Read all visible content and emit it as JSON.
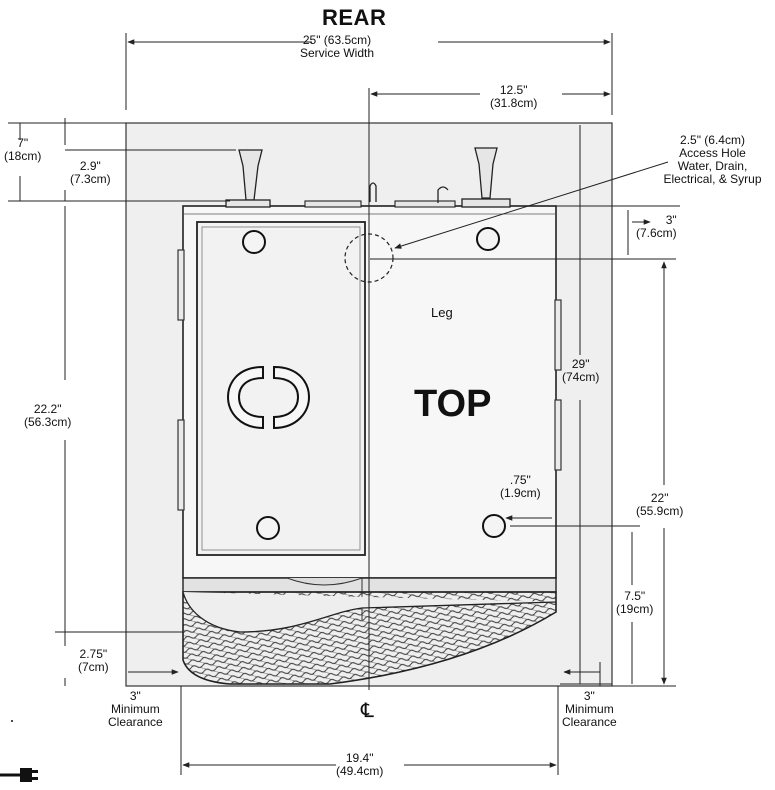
{
  "rear": "REAR",
  "top": "TOP",
  "leg": "Leg",
  "centerline": "℄",
  "service_width": {
    "line1": "25\" (63.5cm)",
    "line2": "Service Width"
  },
  "half_width": {
    "line1": "12.5\"",
    "line2": "(31.8cm)"
  },
  "access_hole": {
    "line1": "2.5\" (6.4cm)",
    "line2": "Access Hole",
    "line3": "Water, Drain,",
    "line4": "Electrical, & Syrup"
  },
  "rear_7": {
    "line1": "7\"",
    "line2": "(18cm)"
  },
  "rear_2_9": {
    "line1": "2.9\"",
    "line2": "(7.3cm)"
  },
  "rear_3": {
    "line1": "3\"",
    "line2": "(7.6cm)"
  },
  "depth_22_2": {
    "line1": "22.2\"",
    "line2": "(56.3cm)"
  },
  "depth_29": {
    "line1": "29\"",
    "line2": "(74cm)"
  },
  "depth_22": {
    "line1": "22\"",
    "line2": "(55.9cm)"
  },
  "leg_75": {
    "line1": ".75\"",
    "line2": "(1.9cm)"
  },
  "leg_7_5": {
    "line1": "7.5\"",
    "line2": "(19cm)"
  },
  "front_2_75": {
    "line1": "2.75\"",
    "line2": "(7cm)"
  },
  "clearance_left": {
    "line1": "3\"",
    "line2": "Minimum",
    "line3": "Clearance"
  },
  "clearance_right": {
    "line1": "3\"",
    "line2": "Minimum",
    "line3": "Clearance"
  },
  "unit_width": {
    "line1": "19.4\"",
    "line2": "(49.4cm)"
  },
  "icons": [
    "plug-icon"
  ]
}
